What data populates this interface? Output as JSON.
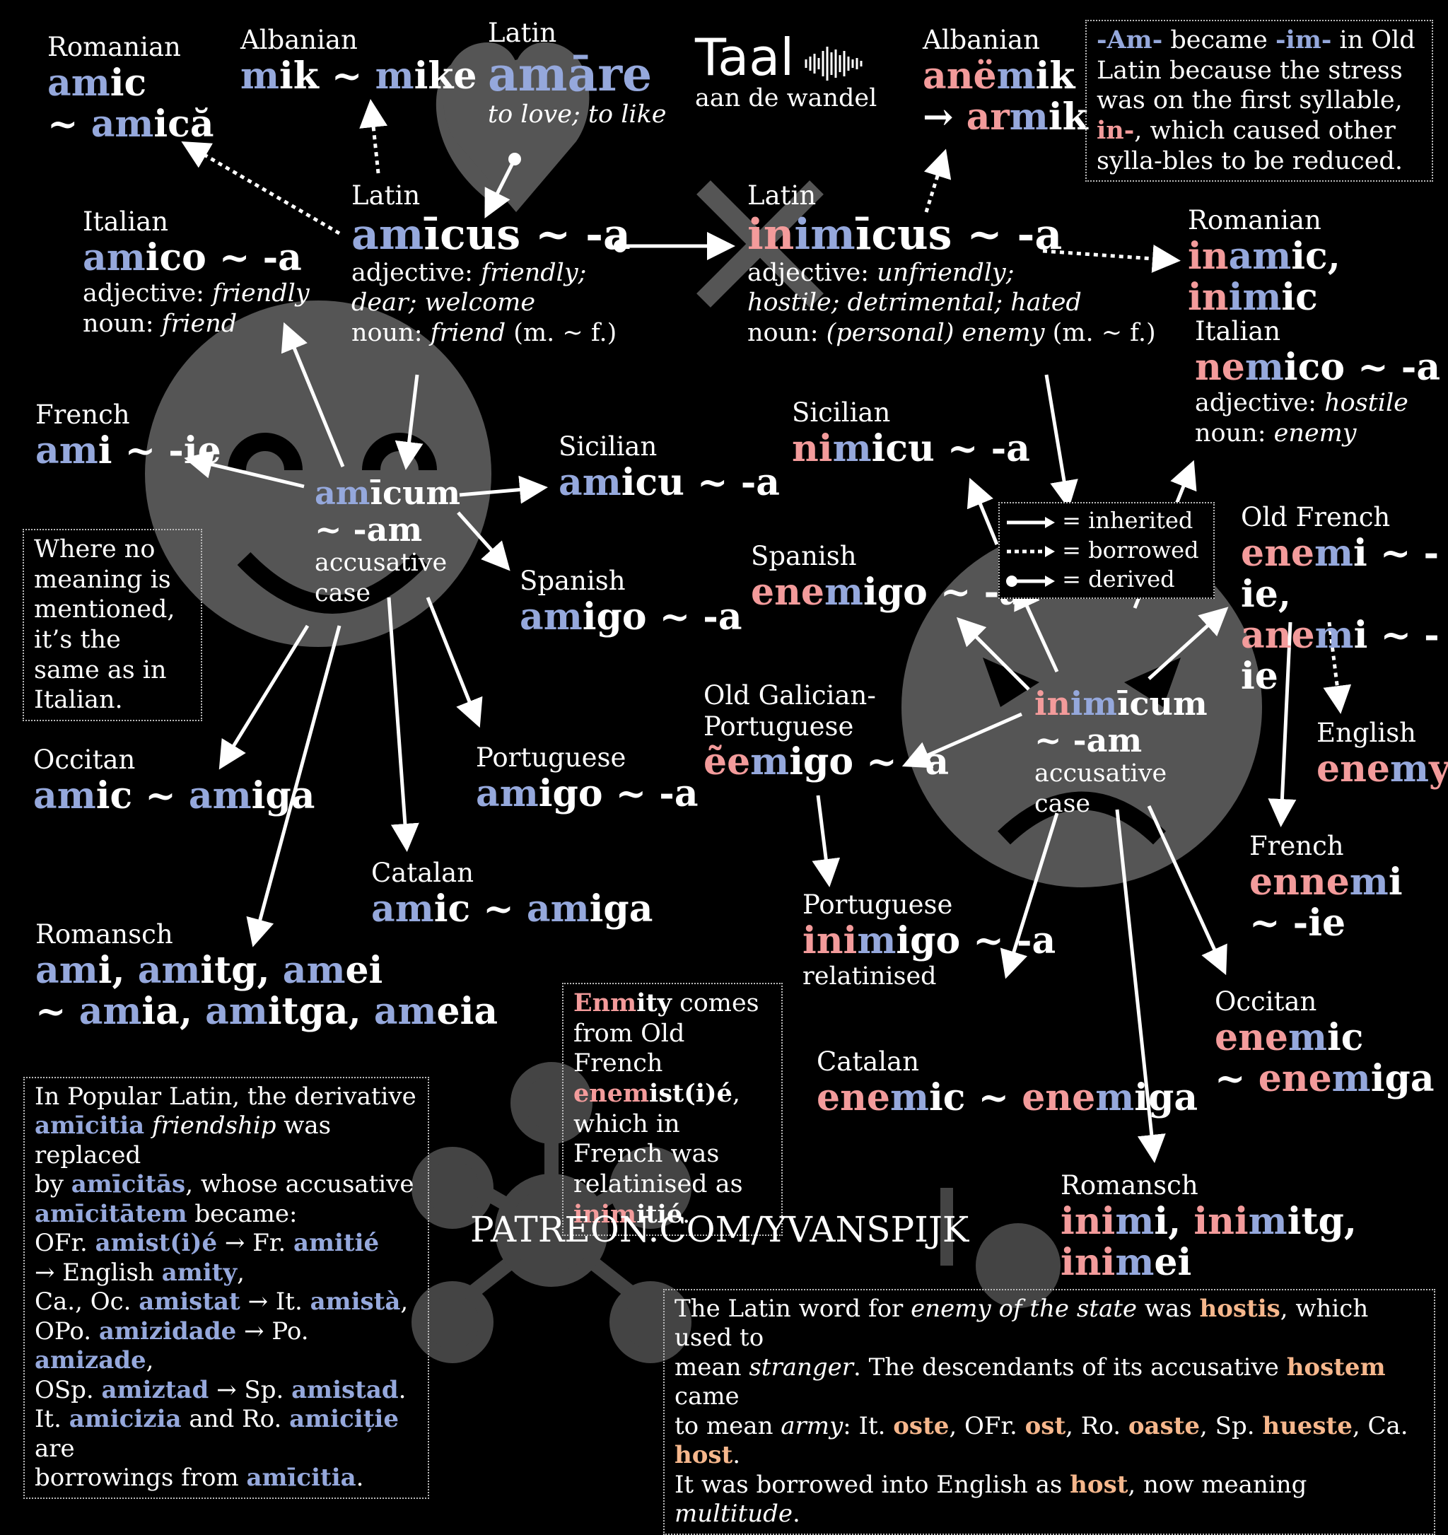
{
  "brand": {
    "title": "Taal",
    "subtitle": "aan de wandel"
  },
  "url": "PATREON.COM/YVANSPIJK",
  "colors": {
    "friend": "#95a8dc",
    "enemy": "#f39b9b",
    "host": "#f6b78c",
    "face": "#555555"
  },
  "amare": {
    "lang": "Latin",
    "stem": "am",
    "rest": "āre",
    "gloss": "to love; to like"
  },
  "amicus": {
    "lang": "Latin",
    "p1": "am",
    "p2": "īcus ~ -a",
    "adj_label": "adjective: ",
    "adj1": "friendly;",
    "adj2": "dear; welcome",
    "noun_label": "noun: ",
    "noun": "friend",
    "noun_suffix": " (m. ~ f.)"
  },
  "inimicus": {
    "lang": "Latin",
    "p1": "in",
    "p2": "im",
    "p3": "īcus ~ -a",
    "adj_label": "adjective: ",
    "adj1": "unfriendly;",
    "adj2": "hostile; detrimental; hated",
    "noun_label": "noun: ",
    "noun": "(personal) enemy",
    "noun_suffix": " (m. ~ f.)"
  },
  "amicum": {
    "p1": "am",
    "p2": "īcum",
    "p3": "~ -am",
    "case1": "accusative",
    "case2": "case"
  },
  "inimicum": {
    "p1": "in",
    "p2": "im",
    "p3": "īcum",
    "p4": "~ -am",
    "case1": "accusative",
    "case2": "case"
  },
  "friend": {
    "romanian": {
      "lang": "Romanian",
      "a1": "am",
      "a2": "ic",
      "b1": "~ ",
      "b2": "am",
      "b3": "ică"
    },
    "albanian": {
      "lang": "Albanian",
      "a1": "m",
      "a2": "ik ~ ",
      "a3": "m",
      "a4": "ike"
    },
    "italian": {
      "lang": "Italian",
      "a1": "am",
      "a2": "ico ~ -a",
      "adj_label": "adjective: ",
      "adj": "friendly",
      "noun_label": "noun: ",
      "noun": "friend"
    },
    "french": {
      "lang": "French",
      "a1": "am",
      "a2": "i ~ -ie"
    },
    "sicilian": {
      "lang": "Sicilian",
      "a1": "am",
      "a2": "icu ~ -a"
    },
    "spanish": {
      "lang": "Spanish",
      "a1": "am",
      "a2": "igo ~ -a"
    },
    "occitan": {
      "lang": "Occitan",
      "a1": "am",
      "a2": "ic ~ ",
      "a3": "am",
      "a4": "iga"
    },
    "portuguese": {
      "lang": "Portuguese",
      "a1": "am",
      "a2": "igo ~ -a"
    },
    "catalan": {
      "lang": "Catalan",
      "a1": "am",
      "a2": "ic ~ ",
      "a3": "am",
      "a4": "iga"
    },
    "romansch": {
      "lang": "Romansch",
      "a1": "am",
      "a2": "i, ",
      "a3": "am",
      "a4": "itg, ",
      "a5": "am",
      "a6": "ei",
      "b1": "~ ",
      "b2": "am",
      "b3": "ia, ",
      "b4": "am",
      "b5": "itga, ",
      "b6": "am",
      "b7": "eia"
    }
  },
  "enemy": {
    "albanian": {
      "lang": "Albanian",
      "a1": "anë",
      "a2": "m",
      "a3": "ik",
      "b1": "→ ",
      "b2": "ar",
      "b3": "m",
      "b4": "ik"
    },
    "romanian": {
      "lang": "Romanian",
      "a1": "in",
      "a2": "am",
      "a3": "ic, ",
      "a4": "in",
      "a5": "im",
      "a6": "ic"
    },
    "italian": {
      "lang": "Italian",
      "a1": "ne",
      "a2": "m",
      "a3": "ico ~ -a",
      "adj_label": "adjective: ",
      "adj": "hostile",
      "noun_label": "noun: ",
      "noun": "enemy"
    },
    "sicilian": {
      "lang": "Sicilian",
      "a1": "ni",
      "a2": "m",
      "a3": "icu ~ -a"
    },
    "spanish": {
      "lang": "Spanish",
      "a1": "ene",
      "a2": "m",
      "a3": "igo ~ -a"
    },
    "old_french": {
      "lang": "Old French",
      "a1": "ene",
      "a2": "m",
      "a3": "i ~ -ie,",
      "b1": "ane",
      "b2": "m",
      "b3": "i ~ -ie"
    },
    "english": {
      "lang": "English",
      "a1": "ene",
      "a2": "m",
      "a3": "y"
    },
    "galician": {
      "lang1": "Old Galician-",
      "lang2": "Portuguese",
      "a1": "ẽe",
      "a2": "m",
      "a3": "igo ~ -a"
    },
    "french": {
      "lang": "French",
      "a1": "enne",
      "a2": "m",
      "a3": "i",
      "b1": "~ -ie"
    },
    "portuguese": {
      "lang": "Portuguese",
      "a1": "ini",
      "a2": "m",
      "a3": "igo ~ -a",
      "note": "relatinised"
    },
    "catalan": {
      "lang": "Catalan",
      "a1": "ene",
      "a2": "m",
      "a3": "ic ~ ",
      "a4": "ene",
      "a5": "m",
      "a6": "iga"
    },
    "occitan": {
      "lang": "Occitan",
      "a1": "ene",
      "a2": "m",
      "a3": "ic",
      "b1": "~ ",
      "b2": "ene",
      "b3": "m",
      "b4": "iga"
    },
    "romansch": {
      "lang": "Romansch",
      "a1": "ini",
      "a2": "m",
      "a3": "i, ",
      "a4": "ini",
      "a5": "m",
      "a6": "itg, ",
      "a7": "ini",
      "a8": "m",
      "a9": "ei"
    }
  },
  "legend": {
    "inherited": "= inherited",
    "borrowed": "= borrowed",
    "derived": "= derived"
  },
  "notes": {
    "stress": {
      "am": "-Am-",
      "t1": " became ",
      "im": "-im-",
      "t2": " in Old Latin because the stress was on the first syllable, ",
      "in": "in-",
      "t3": ", which caused other sylla-bles to be reduced."
    },
    "meaning": "Where no meaning is mentioned, it’s the same as in Italian.",
    "enmity": {
      "w1": "Enm",
      "w2": "ity",
      "t1": " comes from Old French ",
      "w3": "enem",
      "w4": "ist(i)é",
      "t2": ", which in French was relatinised as ",
      "w5": "inim",
      "w6": "itié",
      "t3": "."
    },
    "friendship": {
      "l1": "In Popular Latin, the derivative",
      "amicitia": "amīcitia",
      "friendship": "friendship",
      "replaced": " was replaced",
      "by": "by ",
      "amicitas": "amīcitās",
      "whose": ", whose accusative",
      "amicitatem": "amīcitātem",
      "became": " became:",
      "ofr": "OFr. ",
      "amistie": "amist(i)é",
      "fr": " → Fr. ",
      "amitie": "amitié",
      "eng": "→ English ",
      "amity": "amity",
      "comma": ",",
      "caoc": "Ca., Oc. ",
      "amistat": "amistat",
      "it": " → It. ",
      "amista": "amistà",
      "opo": "OPo. ",
      "amizidade": "amizidade",
      "po": " → Po. ",
      "amizade": "amizade",
      "osp": "OSp. ",
      "amiztad": "amiztad",
      "sp": " → Sp. ",
      "amistad": "amistad",
      "dot": ".",
      "itp": "It. ",
      "amicizia": "amicizia",
      "and": " and Ro. ",
      "amicitie": "amiciție",
      "are": " are",
      "borrow": "borrowings from ",
      "amicitia2": "amīcitia"
    },
    "hostis": {
      "t1": "The Latin word for ",
      "i1": "enemy of the state",
      "t2": " was ",
      "h1": "hostis",
      "t3": ", which used to",
      "t4": "mean ",
      "i2": "stranger",
      "t5": ". The descendants of its accusative ",
      "h2": "hostem",
      "t6": " came",
      "t7": "to mean ",
      "i3": "army",
      "t8": ": It. ",
      "h3": "oste",
      "t9": ", OFr. ",
      "h4": "ost",
      "t10": ", Ro. ",
      "h5": "oaste",
      "t11": ", Sp. ",
      "h6": "hueste",
      "t12": ", Ca. ",
      "h7": "host",
      "t13": ".",
      "t14": "It was borrowed into English as ",
      "h8": "host",
      "t15": ", now meaning ",
      "i4": "multitude",
      "t16": "."
    }
  }
}
